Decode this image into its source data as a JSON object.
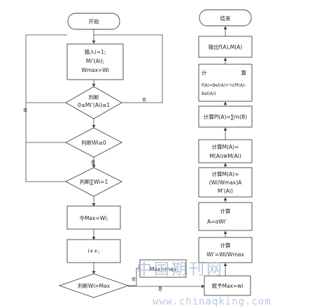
{
  "left": {
    "start": "开始",
    "init": [
      "输入i=1;",
      "Mi’(Ai);",
      "Wmax=Wi"
    ],
    "judge1": [
      "判断",
      "0≤Mi’(Ai)≤1"
    ],
    "judge2": "判断Wi≥0",
    "judge3": "判断∑Wi=1",
    "set_max": "令Max=Wi;",
    "inc": "i++;",
    "judge4": "判断Wi>Max",
    "max_box": "Max=max"
  },
  "right": {
    "end": "结束",
    "output": "输出f(A),M(A)",
    "calc_f": [
      "计",
      "算",
      "f(A)=Bel(A)+¼(Pl(A)-",
      "Bel(A))"
    ],
    "calc_pl": "计算Pl(A)=∑m(B)",
    "calc_m": [
      "计算M(A)=",
      "M(Ai)⊕M(Ai)"
    ],
    "calc_m2": [
      "计算M(A)=",
      "(Wi/Wmax)A",
      "M’(Ai)"
    ],
    "calc_alpha": [
      "计算",
      "A=αWi’"
    ],
    "calc_w": [
      "计算",
      "Wi’=Wi/Wmax"
    ],
    "assign": "赋予Max=wi"
  },
  "labels": {
    "no_left": "否",
    "no_right": "否",
    "yes1": "是",
    "no_bottom": "否",
    "yes_bottom": "是"
  },
  "watermark": {
    "cn": "中国期刊网",
    "url": "www.chinaqking.com"
  }
}
